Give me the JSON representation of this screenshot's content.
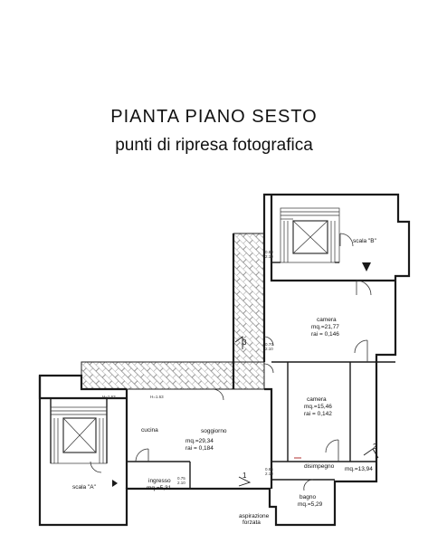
{
  "title": "PIANTA  PIANO  SESTO",
  "subtitle": "punti di ripresa fotografica",
  "rooms": [
    {
      "name": "camera",
      "area": "mq.=21,77",
      "rai": "rai = 0,146"
    },
    {
      "name": "camera",
      "area": "mq.=15,46",
      "rai": "rai = 0,142"
    },
    {
      "name": "cucina"
    },
    {
      "name": "soggiorno"
    },
    {
      "area": "mq.=29,34",
      "rai": "rai = 0,184"
    },
    {
      "name": "ingresso",
      "area": "mq.=5,31"
    },
    {
      "name": "disimpegno",
      "area": "mq.=13,94"
    },
    {
      "name": "bagno",
      "area": "mq.=5,29"
    }
  ],
  "stairs": [
    "scala \"B\"",
    "scala \"A\""
  ],
  "aspiration": [
    "aspirazione",
    "forzata"
  ],
  "photo_points": [
    "1",
    "2",
    "3"
  ],
  "heights": [
    "H=1.63",
    "H=1.63"
  ],
  "window_dims": [
    "0.86",
    "2.10",
    "0.75",
    "2.10",
    "0.80",
    "2.10",
    "0.70",
    "2.10"
  ],
  "colors": {
    "line": "#1a1a1a",
    "hatch": "#555555",
    "accent": "#b03030"
  }
}
